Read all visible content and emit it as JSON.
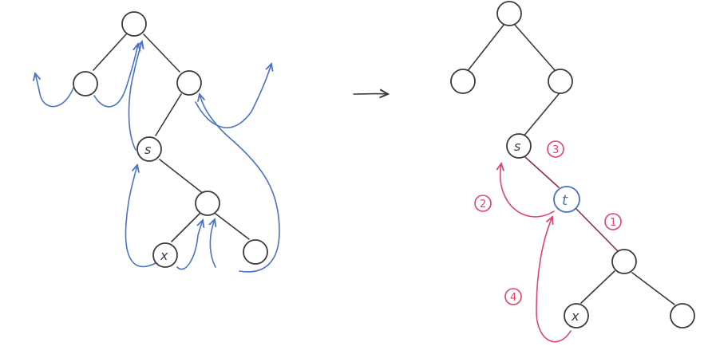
{
  "colors": {
    "ink": "#3b3b3b",
    "traversal_blue": "#4a73c2",
    "step_red": "#e0446b",
    "paper": "#ffffff"
  },
  "left_tree": {
    "labels": {
      "s": "s",
      "x": "x"
    }
  },
  "transition_arrow": "→",
  "right_tree": {
    "labels": {
      "s": "s",
      "t": "t",
      "x": "x"
    },
    "steps": [
      "1",
      "2",
      "3",
      "4"
    ]
  }
}
